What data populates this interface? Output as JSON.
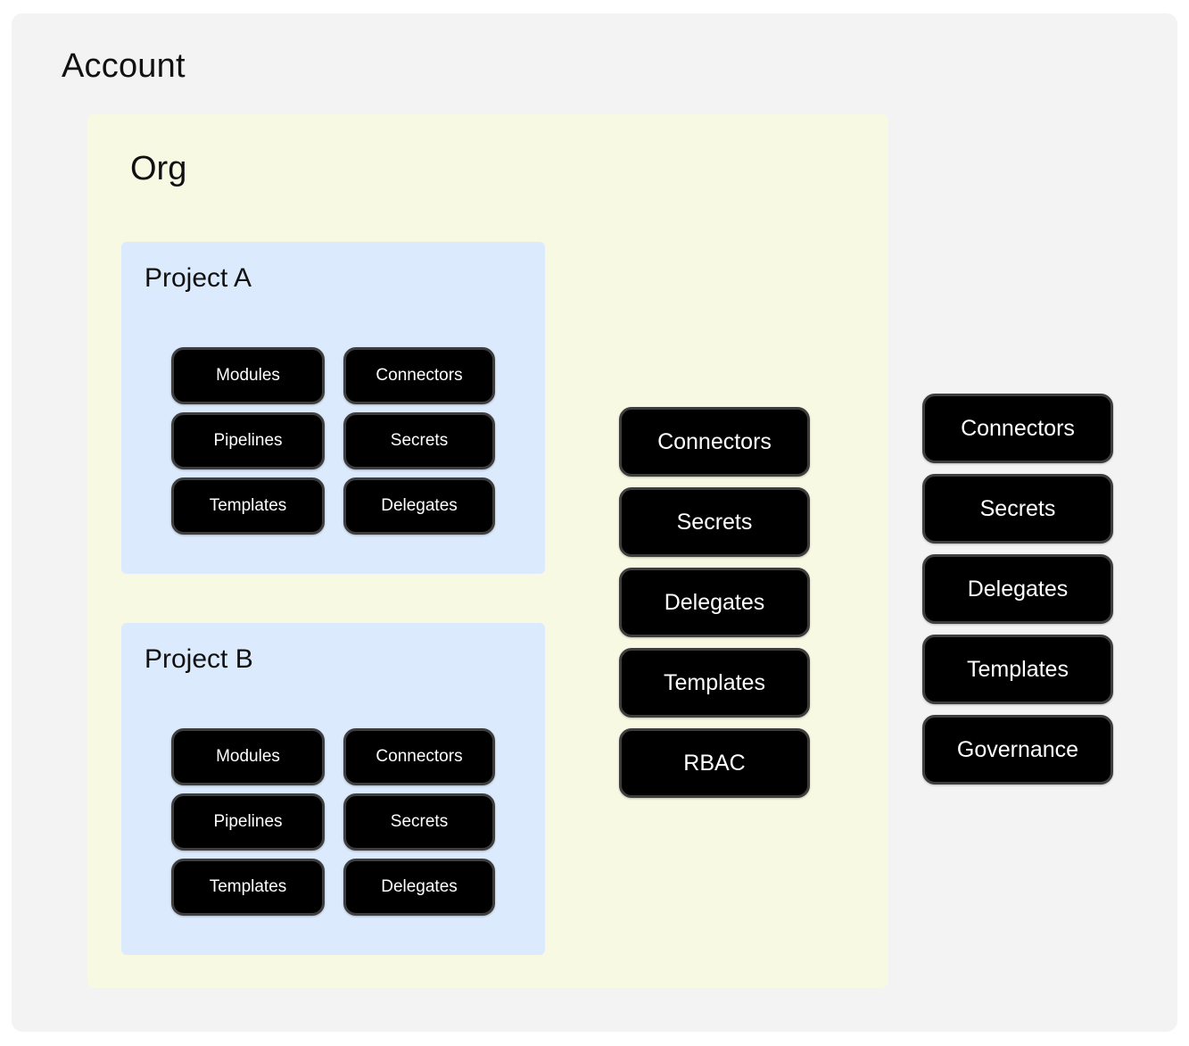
{
  "diagram": {
    "account": {
      "title": "Account",
      "buttons": [
        "Connectors",
        "Secrets",
        "Delegates",
        "Templates",
        "Governance"
      ],
      "org": {
        "title": "Org",
        "buttons": [
          "Connectors",
          "Secrets",
          "Delegates",
          "Templates",
          "RBAC"
        ],
        "projects": [
          {
            "title": "Project A",
            "buttons": [
              "Modules",
              "Connectors",
              "Pipelines",
              "Secrets",
              "Templates",
              "Delegates"
            ]
          },
          {
            "title": "Project B",
            "buttons": [
              "Modules",
              "Connectors",
              "Pipelines",
              "Secrets",
              "Templates",
              "Delegates"
            ]
          }
        ]
      }
    },
    "colors": {
      "account_bg": "#f3f3f4",
      "org_bg": "#f8f9e3",
      "project_bg": "#dbeafc",
      "button_bg": "#000000",
      "button_border": "#3d3d3d",
      "button_text": "#ffffff"
    }
  }
}
